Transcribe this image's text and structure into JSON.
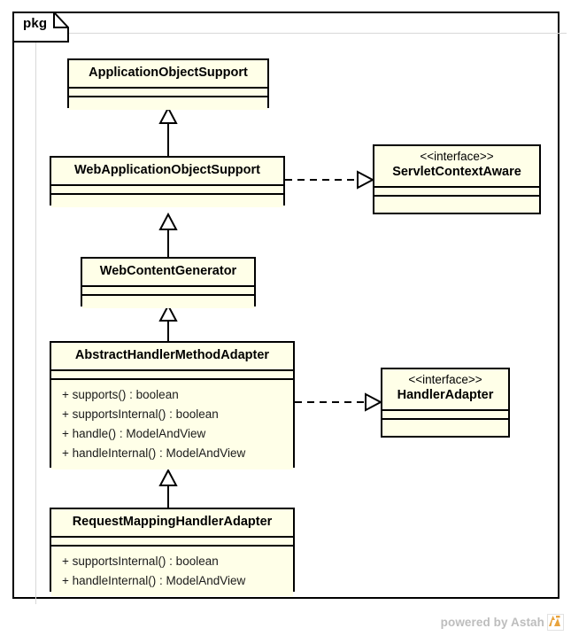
{
  "package": {
    "label": "pkg"
  },
  "watermark": {
    "text": "powered by Astah",
    "logo_icon": "astah-logo-icon",
    "logo_color": "#e8a33d"
  },
  "colors": {
    "box_fill": "#FFFFE8",
    "box_border": "#000000",
    "shadow": "#C9C9C9",
    "line": "#000000",
    "frame_inner": "#D8D8D8"
  },
  "classes": [
    {
      "id": "application-object-support",
      "name": "ApplicationObjectSupport",
      "stereotype": "",
      "attributes": [],
      "operations": []
    },
    {
      "id": "web-application-object-support",
      "name": "WebApplicationObjectSupport",
      "stereotype": "",
      "attributes": [],
      "operations": []
    },
    {
      "id": "servlet-context-aware",
      "name": "ServletContextAware",
      "stereotype": "<<interface>>",
      "attributes": [],
      "operations": []
    },
    {
      "id": "web-content-generator",
      "name": "WebContentGenerator",
      "stereotype": "",
      "attributes": [],
      "operations": []
    },
    {
      "id": "abstract-handler-method-adapter",
      "name": "AbstractHandlerMethodAdapter",
      "stereotype": "",
      "attributes": [],
      "operations": [
        "+ supports() : boolean",
        "+ supportsInternal() : boolean",
        "+ handle() : ModelAndView",
        "+ handleInternal() : ModelAndView"
      ]
    },
    {
      "id": "handler-adapter",
      "name": "HandlerAdapter",
      "stereotype": "<<interface>>",
      "attributes": [],
      "operations": []
    },
    {
      "id": "request-mapping-handler-adapter",
      "name": "RequestMappingHandlerAdapter",
      "stereotype": "",
      "attributes": [],
      "operations": [
        "+ supportsInternal() : boolean",
        "+ handleInternal() : ModelAndView"
      ]
    }
  ],
  "relationships": [
    {
      "type": "generalization",
      "from": "web-application-object-support",
      "to": "application-object-support"
    },
    {
      "type": "realization",
      "from": "web-application-object-support",
      "to": "servlet-context-aware"
    },
    {
      "type": "generalization",
      "from": "web-content-generator",
      "to": "web-application-object-support"
    },
    {
      "type": "generalization",
      "from": "abstract-handler-method-adapter",
      "to": "web-content-generator"
    },
    {
      "type": "realization",
      "from": "abstract-handler-method-adapter",
      "to": "handler-adapter"
    },
    {
      "type": "generalization",
      "from": "request-mapping-handler-adapter",
      "to": "abstract-handler-method-adapter"
    }
  ]
}
